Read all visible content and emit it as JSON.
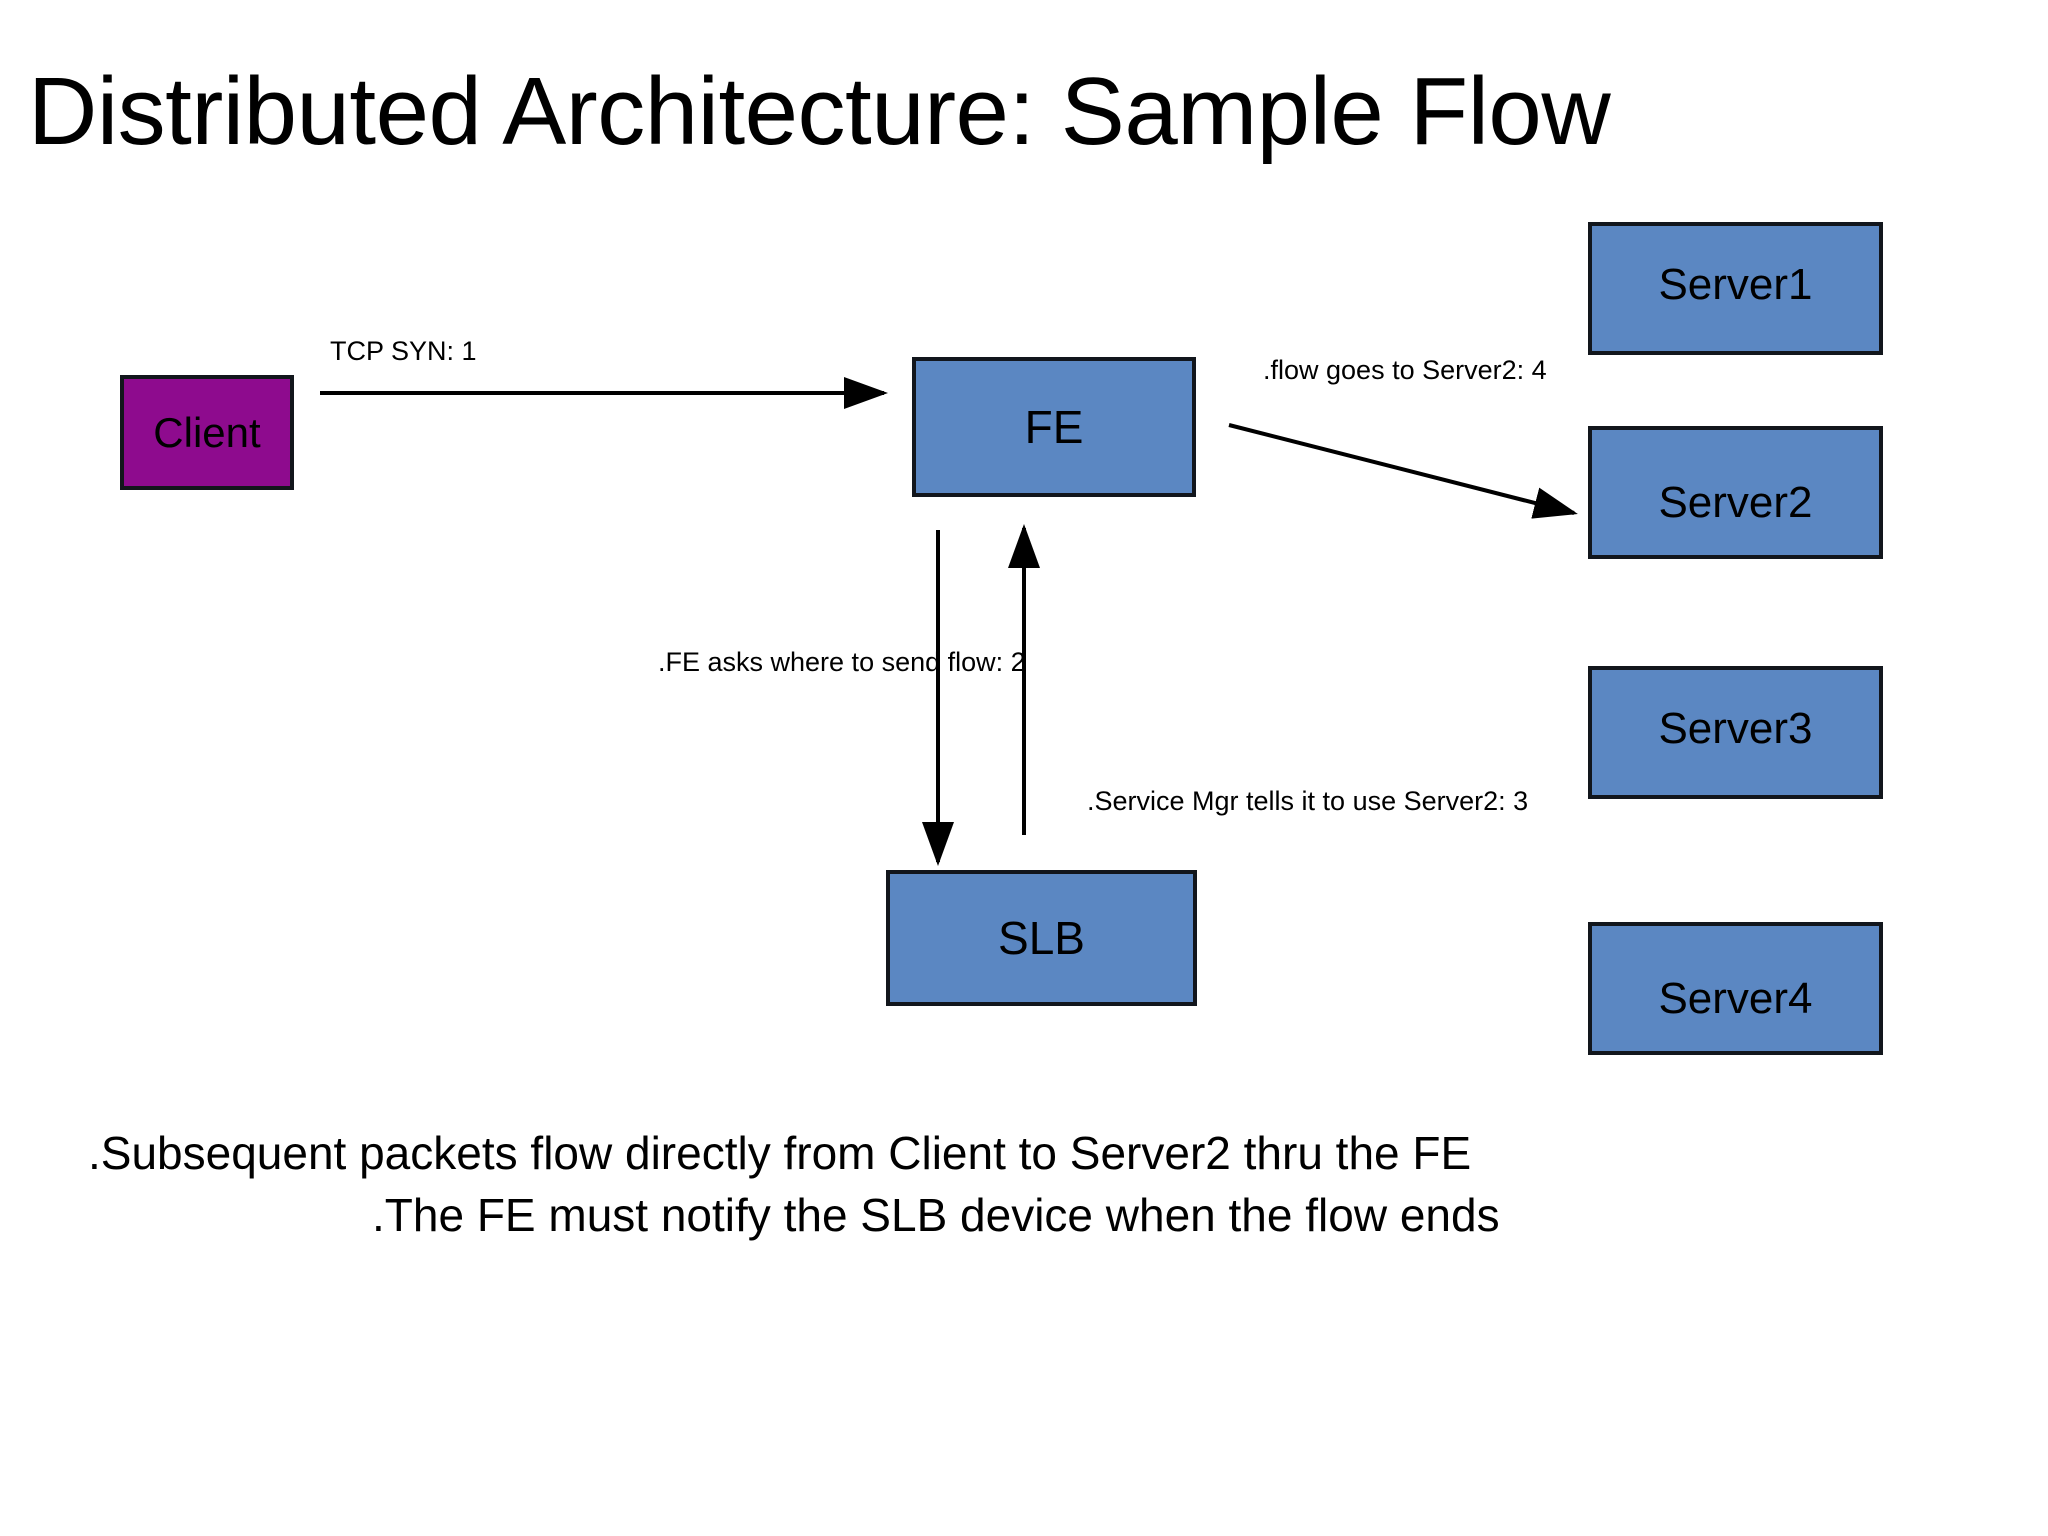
{
  "slide": {
    "title": "Distributed Architecture: Sample Flow",
    "background_color": "#ffffff"
  },
  "colors": {
    "client_fill": "#8e0b8e",
    "node_fill": "#5b87c2",
    "node_border": "#12161c",
    "text": "#000000",
    "arrow": "#000000"
  },
  "nodes": {
    "client": {
      "label": "Client"
    },
    "fe": {
      "label": "FE"
    },
    "slb": {
      "label": "SLB"
    },
    "server1": {
      "label": "Server1"
    },
    "server2": {
      "label": "Server2"
    },
    "server3": {
      "label": "Server3"
    },
    "server4": {
      "label": "Server4"
    }
  },
  "edge_labels": {
    "client_to_fe": "TCP SYN: 1",
    "fe_to_server2": ".flow goes to Server2: 4",
    "fe_to_slb": ".FE asks where to send flow: 2",
    "slb_to_fe": ".Service Mgr tells it to use Server2: 3"
  },
  "notes": {
    "line1": ".Subsequent packets flow directly from Client to Server2 thru the FE",
    "line2": ".The FE must notify the SLB device when the flow ends"
  }
}
